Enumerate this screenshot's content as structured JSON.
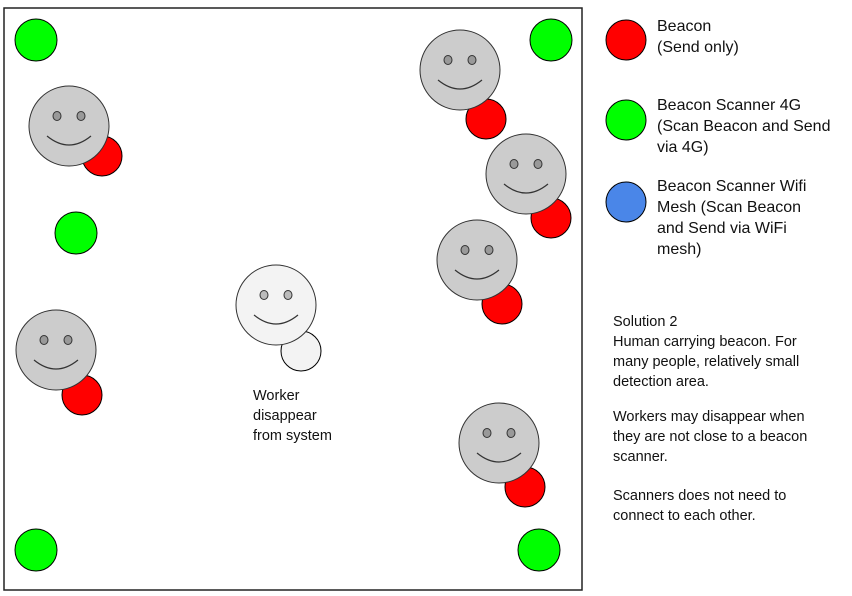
{
  "colors": {
    "beacon": "#ff0000",
    "scanner_4g": "#00ff00",
    "scanner_wifi": "#4a86e8",
    "face": "#cccccc",
    "face_faded": "#f3f3f3",
    "outline": "#000000"
  },
  "legend": {
    "beacon": "Beacon\n(Send only)",
    "scanner_4g": "Beacon Scanner 4G\n(Scan Beacon and Send\nvia 4G)",
    "scanner_wifi": "Beacon Scanner Wifi\nMesh (Scan Beacon\nand Send via WiFi\nmesh)"
  },
  "notes": {
    "solution_title": "Solution 2",
    "solution_desc": "Human carrying beacon.  For\nmany people, relatively small\ndetection area.",
    "workers": "Workers may disappear when\nthey are not close to a beacon\nscanner.",
    "scanners": "Scanners does not need to\nconnect to each other."
  },
  "worker_caption": "Worker\ndisappear\nfrom system"
}
